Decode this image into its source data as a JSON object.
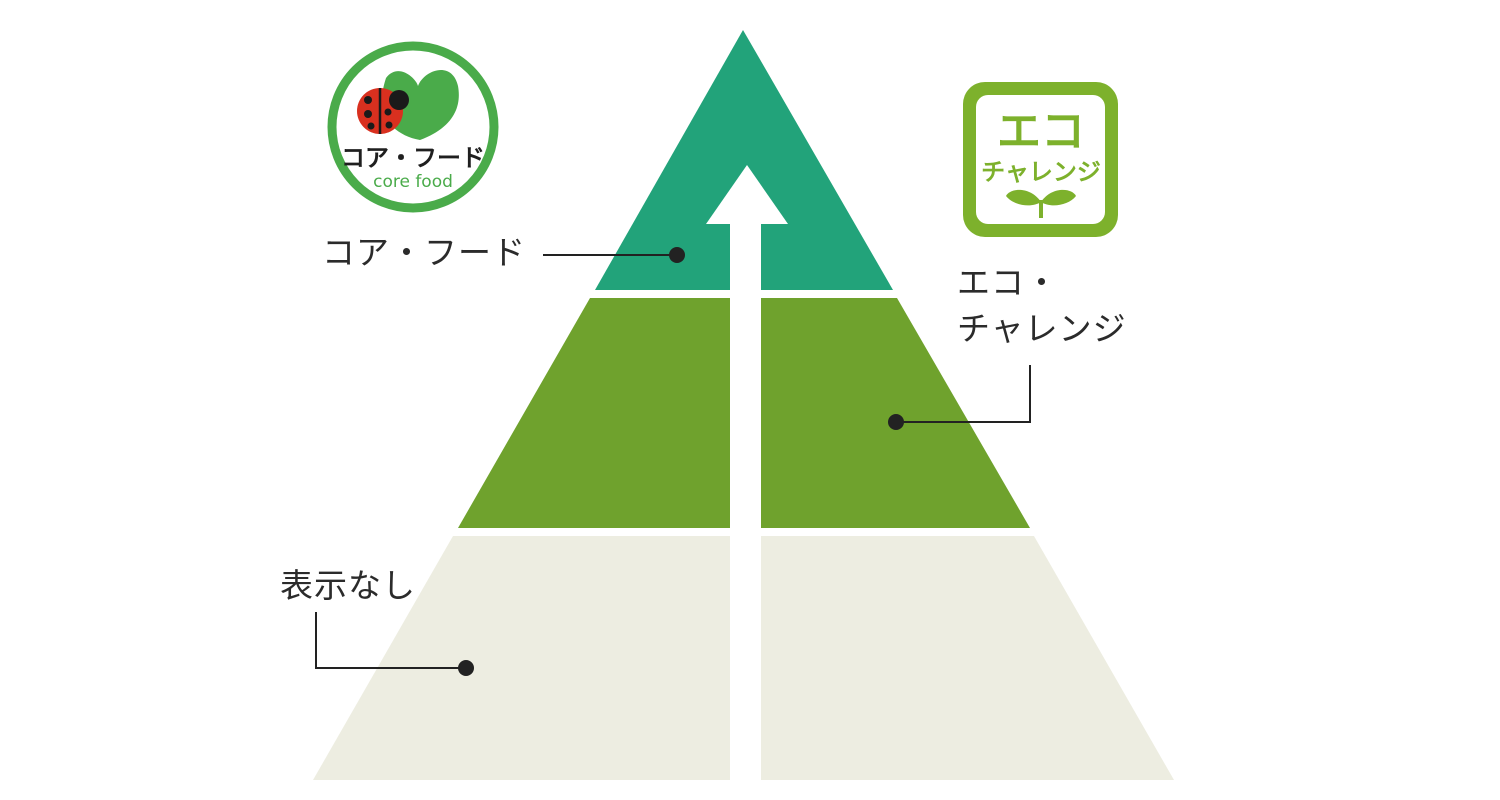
{
  "tiers": [
    {
      "id": "top",
      "label": "コア・フード",
      "color": "#22a37a"
    },
    {
      "id": "middle",
      "label_lines": [
        "エコ・",
        "チャレンジ"
      ],
      "color": "#6fa22d"
    },
    {
      "id": "bottom",
      "label": "表示なし",
      "color": "#edede1"
    }
  ],
  "logos": {
    "core_food": {
      "title": "コア・フード",
      "subtitle": "core food",
      "color": "#4aab4a",
      "ladybug_color": "#d9301f"
    },
    "eco_challenge": {
      "line1": "エコ",
      "line2": "チャレンジ",
      "color": "#7db12c"
    }
  },
  "arrow": {
    "direction": "up",
    "color": "#ffffff"
  },
  "leader_color": "#222222"
}
